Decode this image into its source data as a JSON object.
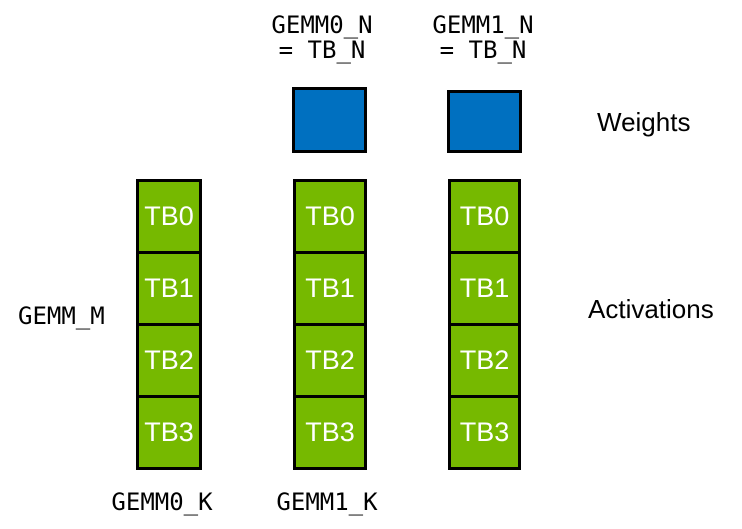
{
  "colors": {
    "weights_fill": "#0070C0",
    "activations_fill": "#76B900",
    "border": "#000000",
    "tb_text": "#FFFFFF",
    "label_text": "#000000"
  },
  "top_labels": [
    {
      "line1": "GEMM0_N",
      "line2": "= TB_N"
    },
    {
      "line1": "GEMM1_N",
      "line2": "= TB_N"
    }
  ],
  "legend": {
    "weights_label": "Weights",
    "activations_label": "Activations"
  },
  "side_labels": {
    "gemm_m": "GEMM_M"
  },
  "bottom_labels": [
    "GEMM0_K",
    "GEMM1_K"
  ],
  "columns": [
    {
      "blocks": [
        "TB0",
        "TB1",
        "TB2",
        "TB3"
      ]
    },
    {
      "blocks": [
        "TB0",
        "TB1",
        "TB2",
        "TB3"
      ]
    },
    {
      "blocks": [
        "TB0",
        "TB1",
        "TB2",
        "TB3"
      ]
    }
  ]
}
